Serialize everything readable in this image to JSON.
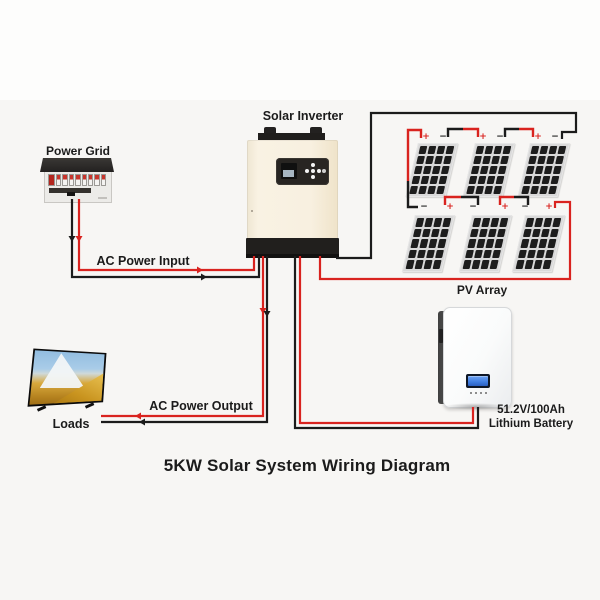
{
  "title": "5KW Solar System Wiring Diagram",
  "components": {
    "power_grid": {
      "label": "Power Grid",
      "breaker_count": 9
    },
    "solar_inverter": {
      "label": "Solar Inverter"
    },
    "pv_array": {
      "label": "PV Array",
      "rows": 2,
      "panels_per_row": 3,
      "cell_cols": 4,
      "cell_rows": 5
    },
    "battery": {
      "capacity": "51.2V/100Ah",
      "name": "Lithium Battery"
    },
    "loads": {
      "label": "Loads"
    }
  },
  "connections": {
    "ac_input": {
      "label": "AC Power Input"
    },
    "ac_output": {
      "label": "AC Power Output"
    }
  },
  "terminal_symbols": {
    "positive": "+",
    "negative": "−"
  },
  "colors": {
    "wire_red": "#d9231f",
    "wire_black": "#1b1b1b",
    "inverter_body": "#f7efdf",
    "inverter_panel": "#282522",
    "pv_cell": "#1d1d1d",
    "battery_screen_blue": "#3f7de0",
    "breaker_red": "#c8352c",
    "background_band": "#f7f6f4"
  }
}
